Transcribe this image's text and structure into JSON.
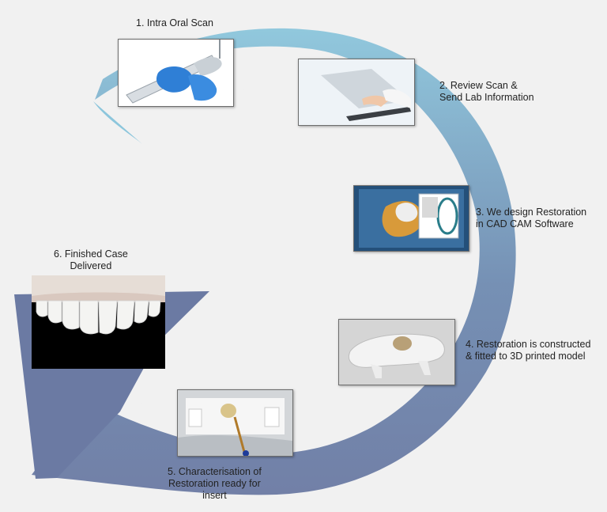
{
  "colors": {
    "background": "#f1f1f1",
    "arrow_start": "#8cc6dc",
    "arrow_end": "#6b7aa3"
  },
  "steps": [
    {
      "number": "1.",
      "lines": [
        "1. Intra Oral Scan"
      ],
      "icon": "intraoral-scanner-photo"
    },
    {
      "number": "2.",
      "lines": [
        "2. Review Scan &",
        "Send Lab Information"
      ],
      "icon": "laptop-typing-photo"
    },
    {
      "number": "3.",
      "lines": [
        "3. We design Restoration",
        "in CAD CAM Software"
      ],
      "icon": "cad-software-screenshot"
    },
    {
      "number": "4.",
      "lines": [
        "4. Restoration is constructed",
        "& fitted to 3D printed model"
      ],
      "icon": "printed-model-photo"
    },
    {
      "number": "5.",
      "lines": [
        "5. Characterisation of",
        "Restoration ready for",
        "insert"
      ],
      "icon": "brush-staining-photo"
    },
    {
      "number": "6.",
      "lines": [
        "6. Finished Case",
        "Delivered"
      ],
      "icon": "smile-veneers-photo"
    }
  ]
}
